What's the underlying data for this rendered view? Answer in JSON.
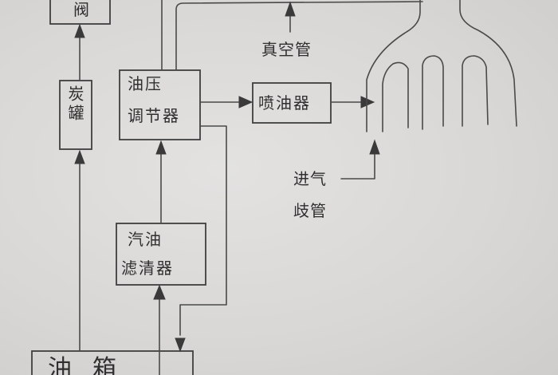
{
  "diagram": {
    "nodes": {
      "top_box": "阀",
      "tank": "炭罐",
      "pressure_regulator": [
        "油压",
        "调节器"
      ],
      "injector": "喷油器",
      "vacuum_tube": "真空管",
      "fuel_filter": [
        "汽油",
        "滤清器"
      ],
      "fuel_tank": "油箱",
      "intake_manifold": [
        "进气",
        "歧管"
      ]
    }
  }
}
